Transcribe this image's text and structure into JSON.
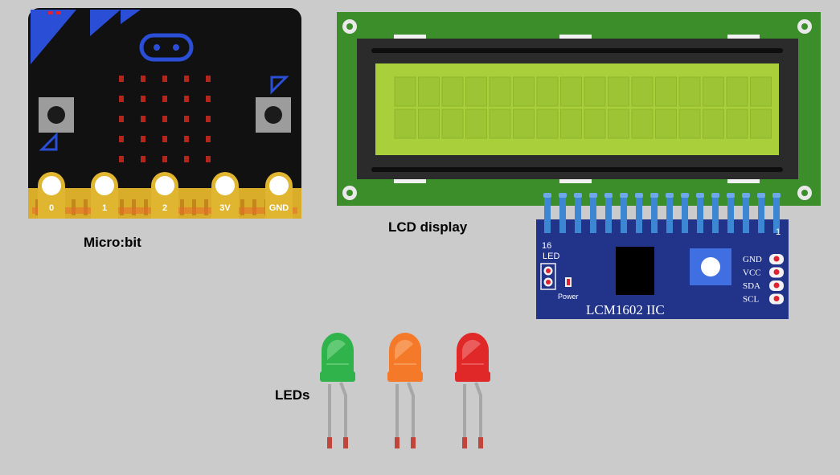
{
  "labels": {
    "microbit": "Micro:bit",
    "lcd": "LCD display",
    "leds": "LEDs"
  },
  "microbit": {
    "pins": [
      "0",
      "1",
      "2",
      "3V",
      "GND"
    ]
  },
  "i2c_module": {
    "name": "LCM1602 IIC",
    "led_label": "LED",
    "power_label": "Power",
    "pin_first": "16",
    "pin_last": "1",
    "pins": [
      "GND",
      "VCC",
      "SDA",
      "SCL"
    ]
  },
  "leds": [
    {
      "color": "green",
      "body": "#2fb34a",
      "top": "#6fd07f"
    },
    {
      "color": "orange",
      "body": "#f47a2a",
      "top": "#f9a466"
    },
    {
      "color": "red",
      "body": "#e02828",
      "top": "#ee6a6a"
    }
  ],
  "colors": {
    "background": "#cbcbcb",
    "microbit_board": "#111111",
    "microbit_corner": "#2a4fd6",
    "gold": "#d9ad2a",
    "lcd_pcb": "#3c8e2a",
    "lcd_screen": "#a9cf3a",
    "i2c_board": "#22338a",
    "header_pin": "#3d86d4"
  }
}
